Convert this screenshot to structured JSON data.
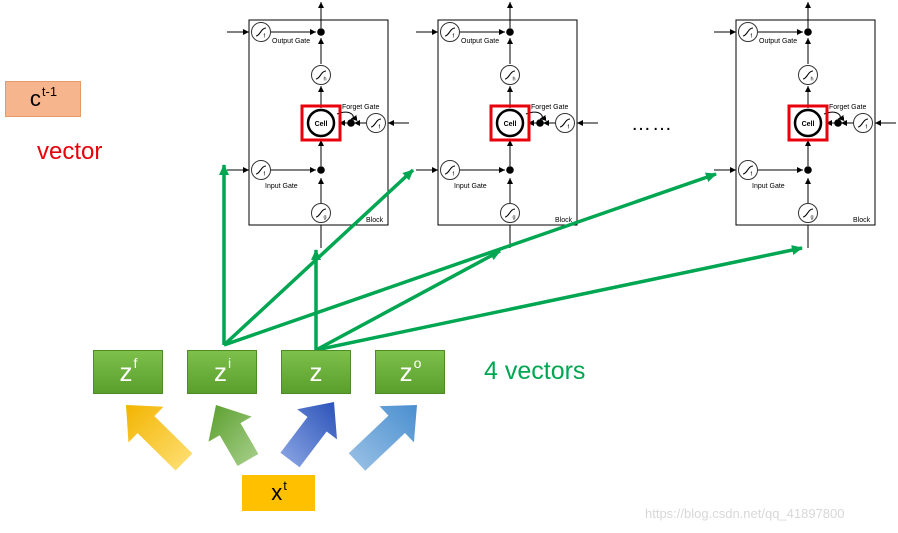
{
  "cell_state": {
    "base": "c",
    "sup": "t-1",
    "caption": "vector"
  },
  "blocks": {
    "count": 3,
    "output_gate": "Output Gate",
    "forget_gate": "Forget Gate",
    "input_gate": "Input Gate",
    "cell": "Cell",
    "block": "Block",
    "glyph_f": "f",
    "glyph_h": "h",
    "glyph_g": "g"
  },
  "ellipsis": "……",
  "z_vectors": [
    {
      "base": "z",
      "sup": "f"
    },
    {
      "base": "z",
      "sup": "i"
    },
    {
      "base": "z",
      "sup": ""
    },
    {
      "base": "z",
      "sup": "o"
    }
  ],
  "z_caption": "4 vectors",
  "input": {
    "base": "x",
    "sup": "t"
  },
  "watermark": "https://blog.csdn.net/qq_41897800",
  "colors": {
    "green_arrow": "#00a651",
    "cell_highlight": "#e8000b",
    "z_box": "#70ad47",
    "xt_box": "#ffc000",
    "ct_box": "#f4b183",
    "arrow_yellow": "#f5b800",
    "arrow_green": "#70ad47",
    "arrow_blue": "#2f5fbf",
    "arrow_lightblue": "#5b9bd5"
  }
}
